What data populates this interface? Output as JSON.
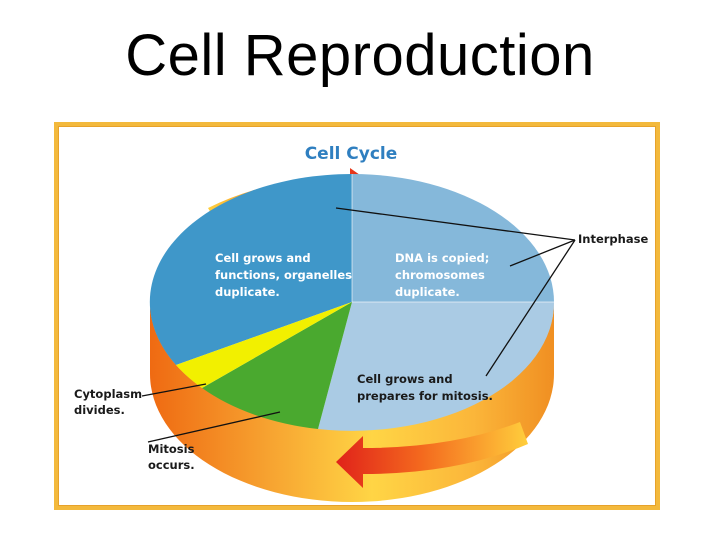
{
  "slide": {
    "title": "Cell Reproduction"
  },
  "diagram": {
    "title": "Cell Cycle",
    "phase_labels": {
      "growth1": [
        "Cell grows and",
        "functions, organelles",
        "duplicate."
      ],
      "dna_copy": [
        "DNA is copied;",
        "chromosomes",
        "duplicate."
      ],
      "growth2": [
        "Cell grows and",
        "prepares for mitosis."
      ]
    },
    "callouts": {
      "interphase": "Interphase",
      "cytoplasm": [
        "Cytoplasm",
        "divides."
      ],
      "mitosis": [
        "Mitosis",
        "occurs."
      ]
    },
    "colors": {
      "g1": "#3f97c9",
      "s": "#85b8da",
      "g2": "#aacbe4",
      "mitosis": "#4aa92f",
      "cytokinesis": "#f2f000",
      "rim_light": "#ffcf3a",
      "rim_dark": "#ee7a18",
      "arrow": "#e82a1c",
      "frame": "#f3b93c"
    }
  }
}
